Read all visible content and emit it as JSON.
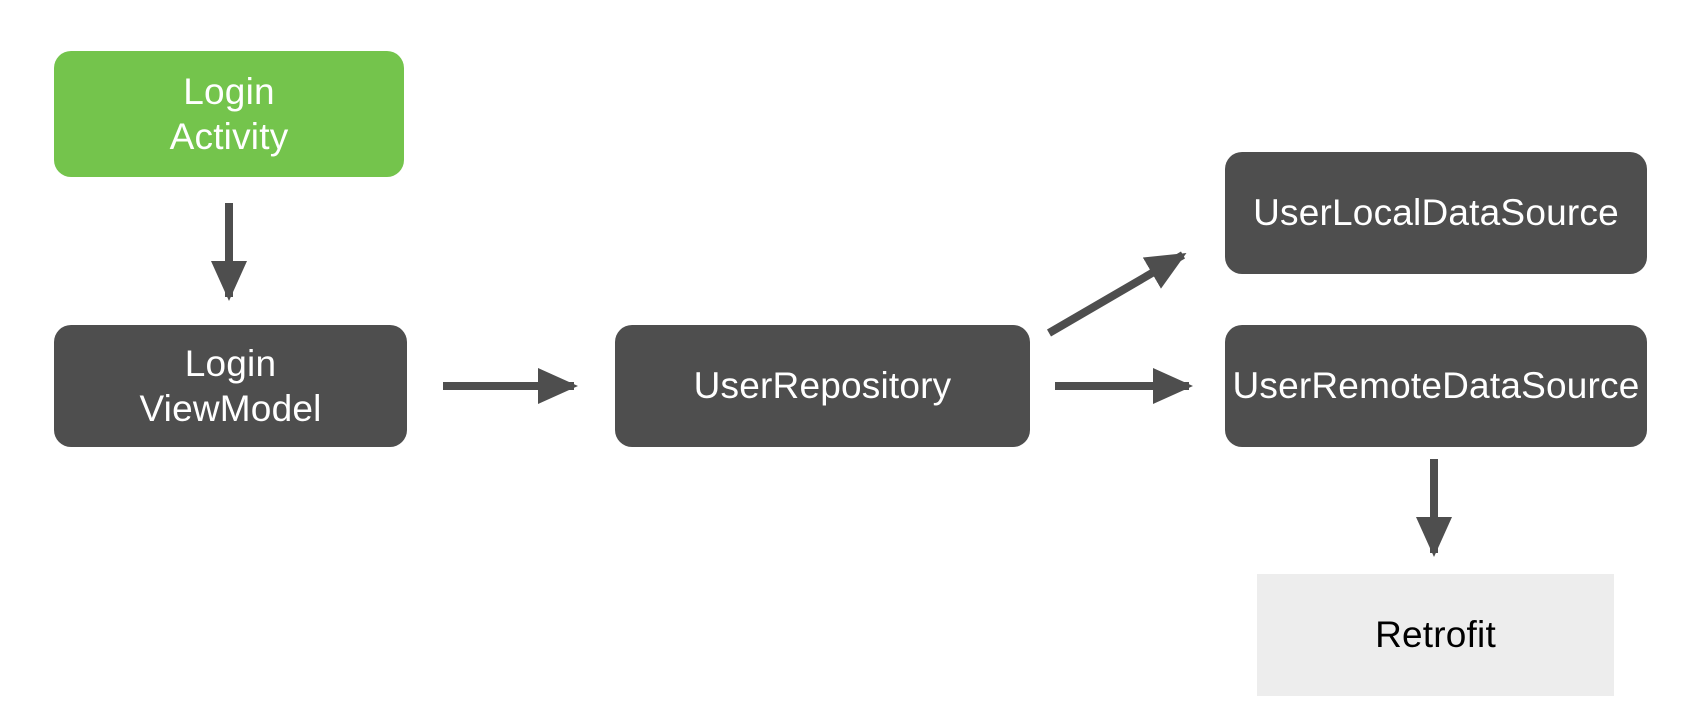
{
  "diagram": {
    "type": "flowchart",
    "description": "Android app architecture flow diagram",
    "colors": {
      "activity_green": "#74C44C",
      "node_dark_gray": "#4E4E4E",
      "library_light_gray": "#EDEDED",
      "arrow_gray": "#4E4E4E",
      "text_on_dark": "#FFFFFF",
      "text_on_light": "#000000",
      "canvas_bg": "#FFFFFF"
    },
    "nodes": {
      "login_activity": {
        "label": "Login\nActivity",
        "style": "green"
      },
      "login_viewmodel": {
        "label": "Login\nViewModel",
        "style": "dark"
      },
      "user_repository": {
        "label": "UserRepository",
        "style": "dark"
      },
      "user_local_data_source": {
        "label": "UserLocalDataSource",
        "style": "dark"
      },
      "user_remote_data_source": {
        "label": "UserRemoteDataSource",
        "style": "dark"
      },
      "retrofit": {
        "label": "Retrofit",
        "style": "light"
      }
    },
    "edges": [
      {
        "from": "login_activity",
        "to": "login_viewmodel",
        "direction": "down"
      },
      {
        "from": "login_viewmodel",
        "to": "user_repository",
        "direction": "right"
      },
      {
        "from": "user_repository",
        "to": "user_local_data_source",
        "direction": "up-right"
      },
      {
        "from": "user_repository",
        "to": "user_remote_data_source",
        "direction": "right"
      },
      {
        "from": "user_remote_data_source",
        "to": "retrofit",
        "direction": "down"
      }
    ]
  }
}
